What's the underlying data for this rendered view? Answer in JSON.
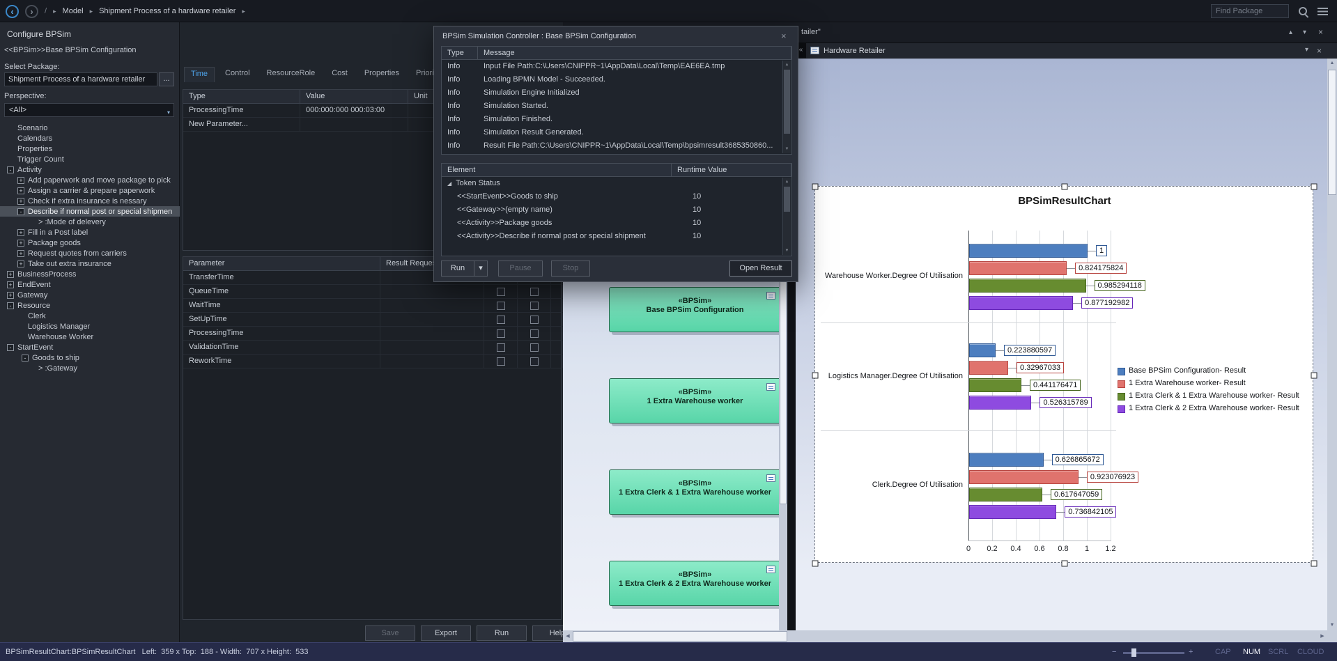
{
  "topbar": {
    "breadcrumb_root": "Model",
    "breadcrumb_item": "Shipment Process of a hardware retailer",
    "find_placeholder": "Find Package"
  },
  "configure_panel": {
    "title": "Configure BPSim",
    "subtitle": "<<BPSim>>Base BPSim Configuration",
    "select_package_label": "Select Package:",
    "package_value": "Shipment Process of a hardware retailer",
    "browse_button": "...",
    "perspective_label": "Perspective:",
    "perspective_value": "<All>",
    "tree": [
      {
        "label": "Scenario",
        "depth": 1
      },
      {
        "label": "Calendars",
        "depth": 1
      },
      {
        "label": "Properties",
        "depth": 1
      },
      {
        "label": "Trigger Count",
        "depth": 1
      },
      {
        "label": "Activity",
        "depth": 0,
        "expander": "-"
      },
      {
        "label": "Add paperwork and move package to pick",
        "depth": 1,
        "expander": "+"
      },
      {
        "label": "Assign a carrier & prepare paperwork",
        "depth": 1,
        "expander": "+"
      },
      {
        "label": "Check if extra insurance is nessary",
        "depth": 1,
        "expander": "+"
      },
      {
        "label": "Describe if normal post or special shipmen",
        "depth": 1,
        "expander": "-",
        "selected": true
      },
      {
        "label": "> :Mode of delevery",
        "depth": 3
      },
      {
        "label": "Fill in a Post label",
        "depth": 1,
        "expander": "+"
      },
      {
        "label": "Package goods",
        "depth": 1,
        "expander": "+"
      },
      {
        "label": "Request quotes from carriers",
        "depth": 1,
        "expander": "+"
      },
      {
        "label": "Take out extra insurance",
        "depth": 1,
        "expander": "+"
      },
      {
        "label": "BusinessProcess",
        "depth": 0,
        "expander": "+"
      },
      {
        "label": "EndEvent",
        "depth": 0,
        "expander": "+"
      },
      {
        "label": "Gateway",
        "depth": 0,
        "expander": "+"
      },
      {
        "label": "Resource",
        "depth": 0,
        "expander": "-"
      },
      {
        "label": "Clerk",
        "depth": 2
      },
      {
        "label": "Logistics Manager",
        "depth": 2
      },
      {
        "label": "Warehouse Worker",
        "depth": 2
      },
      {
        "label": "StartEvent",
        "depth": 0,
        "expander": "-"
      },
      {
        "label": "Goods to ship",
        "depth": 1.4,
        "expander": "-"
      },
      {
        "label": "> :Gateway",
        "depth": 3
      }
    ]
  },
  "properties_panel": {
    "tabs": [
      "Time",
      "Control",
      "ResourceRole",
      "Cost",
      "Properties",
      "Priority"
    ],
    "active_tab": "Time",
    "param_table": {
      "columns": [
        "Type",
        "Value",
        "Unit"
      ],
      "rows": [
        {
          "type": "ProcessingTime",
          "value": "000:000:000 000:03:00",
          "unit": ""
        },
        {
          "type": "New Parameter...",
          "value": "",
          "unit": ""
        }
      ]
    },
    "result_table": {
      "columns": [
        "Parameter",
        "Result Request"
      ],
      "rows": [
        "TransferTime",
        "QueueTime",
        "WaitTime",
        "SetUpTime",
        "ProcessingTime",
        "ValidationTime",
        "ReworkTime"
      ]
    },
    "buttons": [
      "Save",
      "Export",
      "Run",
      "Help"
    ],
    "disabled_buttons": [
      "Save"
    ]
  },
  "dialog": {
    "title": "BPSim Simulation Controller : Base BPSim Configuration",
    "log_table": {
      "columns": [
        "Type",
        "Message"
      ],
      "rows": [
        {
          "type": "Info",
          "message": "Input File Path:C:\\Users\\CNIPPR~1\\AppData\\Local\\Temp\\EAE6EA.tmp"
        },
        {
          "type": "Info",
          "message": "Loading BPMN Model - Succeeded."
        },
        {
          "type": "Info",
          "message": "Simulation Engine Initialized"
        },
        {
          "type": "Info",
          "message": "Simulation Started."
        },
        {
          "type": "Info",
          "message": "Simulation Finished."
        },
        {
          "type": "Info",
          "message": "Simulation Result Generated."
        },
        {
          "type": "Info",
          "message": "Result File Path:C:\\Users\\CNIPPR~1\\AppData\\Local\\Temp\\bpsimresult3685350860..."
        }
      ]
    },
    "element_table": {
      "columns": [
        "Element",
        "Runtime Value"
      ],
      "group": "Token Status",
      "rows": [
        {
          "element": "<<StartEvent>>Goods to ship",
          "value": "10"
        },
        {
          "element": "<<Gateway>>(empty name)",
          "value": "10"
        },
        {
          "element": "<<Activity>>Package goods",
          "value": "10"
        },
        {
          "element": "<<Activity>>Describe if normal post or special shipment",
          "value": "10"
        }
      ]
    },
    "buttons": {
      "run": "Run",
      "pause": "Pause",
      "stop": "Stop",
      "open_result": "Open Result"
    }
  },
  "diagram": {
    "partial_tab": "tailer\"",
    "artifacts": [
      {
        "stereotype": "«BPSim»",
        "name": "Base BPSim Configuration"
      },
      {
        "stereotype": "«BPSim»",
        "name": "1 Extra Warehouse worker"
      },
      {
        "stereotype": "«BPSim»",
        "name": "1 Extra Clerk & 1 Extra Warehouse worker"
      },
      {
        "stereotype": "«BPSim»",
        "name": "1 Extra Clerk & 2 Extra Warehouse worker"
      }
    ]
  },
  "right_view": {
    "title": "Hardware Retailer"
  },
  "chart_data": {
    "type": "bar",
    "orientation": "horizontal",
    "title": "BPSimResultChart",
    "categories": [
      "Warehouse Worker.Degree Of Utilisation",
      "Logistics Manager.Degree Of Utilisation",
      "Clerk.Degree Of Utilisation"
    ],
    "series": [
      {
        "name": "Base BPSim Configuration- Result",
        "color": "#4d7ebf",
        "border": "#2e5894",
        "values": [
          1,
          0.223880597,
          0.626865672
        ],
        "labels": [
          "1",
          "0.223880597",
          "0.626865672"
        ]
      },
      {
        "name": "1 Extra Warehouse worker- Result",
        "color": "#e0736d",
        "border": "#b84540",
        "values": [
          0.824175824,
          0.32967033,
          0.923076923
        ],
        "labels": [
          "0.824175824",
          "0.32967033",
          "0.923076923"
        ]
      },
      {
        "name": "1 Extra Clerk & 1 Extra Warehouse worker- Result",
        "color": "#678c30",
        "border": "#44641c",
        "values": [
          0.985294118,
          0.441176471,
          0.617647059
        ],
        "labels": [
          "0.985294118",
          "0.441176471",
          "0.617647059"
        ]
      },
      {
        "name": "1 Extra Clerk & 2 Extra Warehouse worker- Result",
        "color": "#8e4be0",
        "border": "#6527b8",
        "values": [
          0.877192982,
          0.526315789,
          0.736842105
        ],
        "labels": [
          "0.877192982",
          "0.526315789",
          "0.736842105"
        ]
      }
    ],
    "x_ticks": [
      "0",
      "0.2",
      "0.4",
      "0.6",
      "0.8",
      "1",
      "1.2"
    ],
    "xlim": [
      0,
      1.2
    ],
    "legend_position": "right",
    "grid": true
  },
  "statusbar": {
    "left_text": "BPSimResultChart:BPSimResultChart   Left:  359 x Top:  188 - Width:  707 x Height:  533",
    "indicators": [
      {
        "label": "CAP",
        "active": false
      },
      {
        "label": "NUM",
        "active": true
      },
      {
        "label": "SCRL",
        "active": false
      },
      {
        "label": "CLOUD",
        "active": false
      }
    ]
  }
}
